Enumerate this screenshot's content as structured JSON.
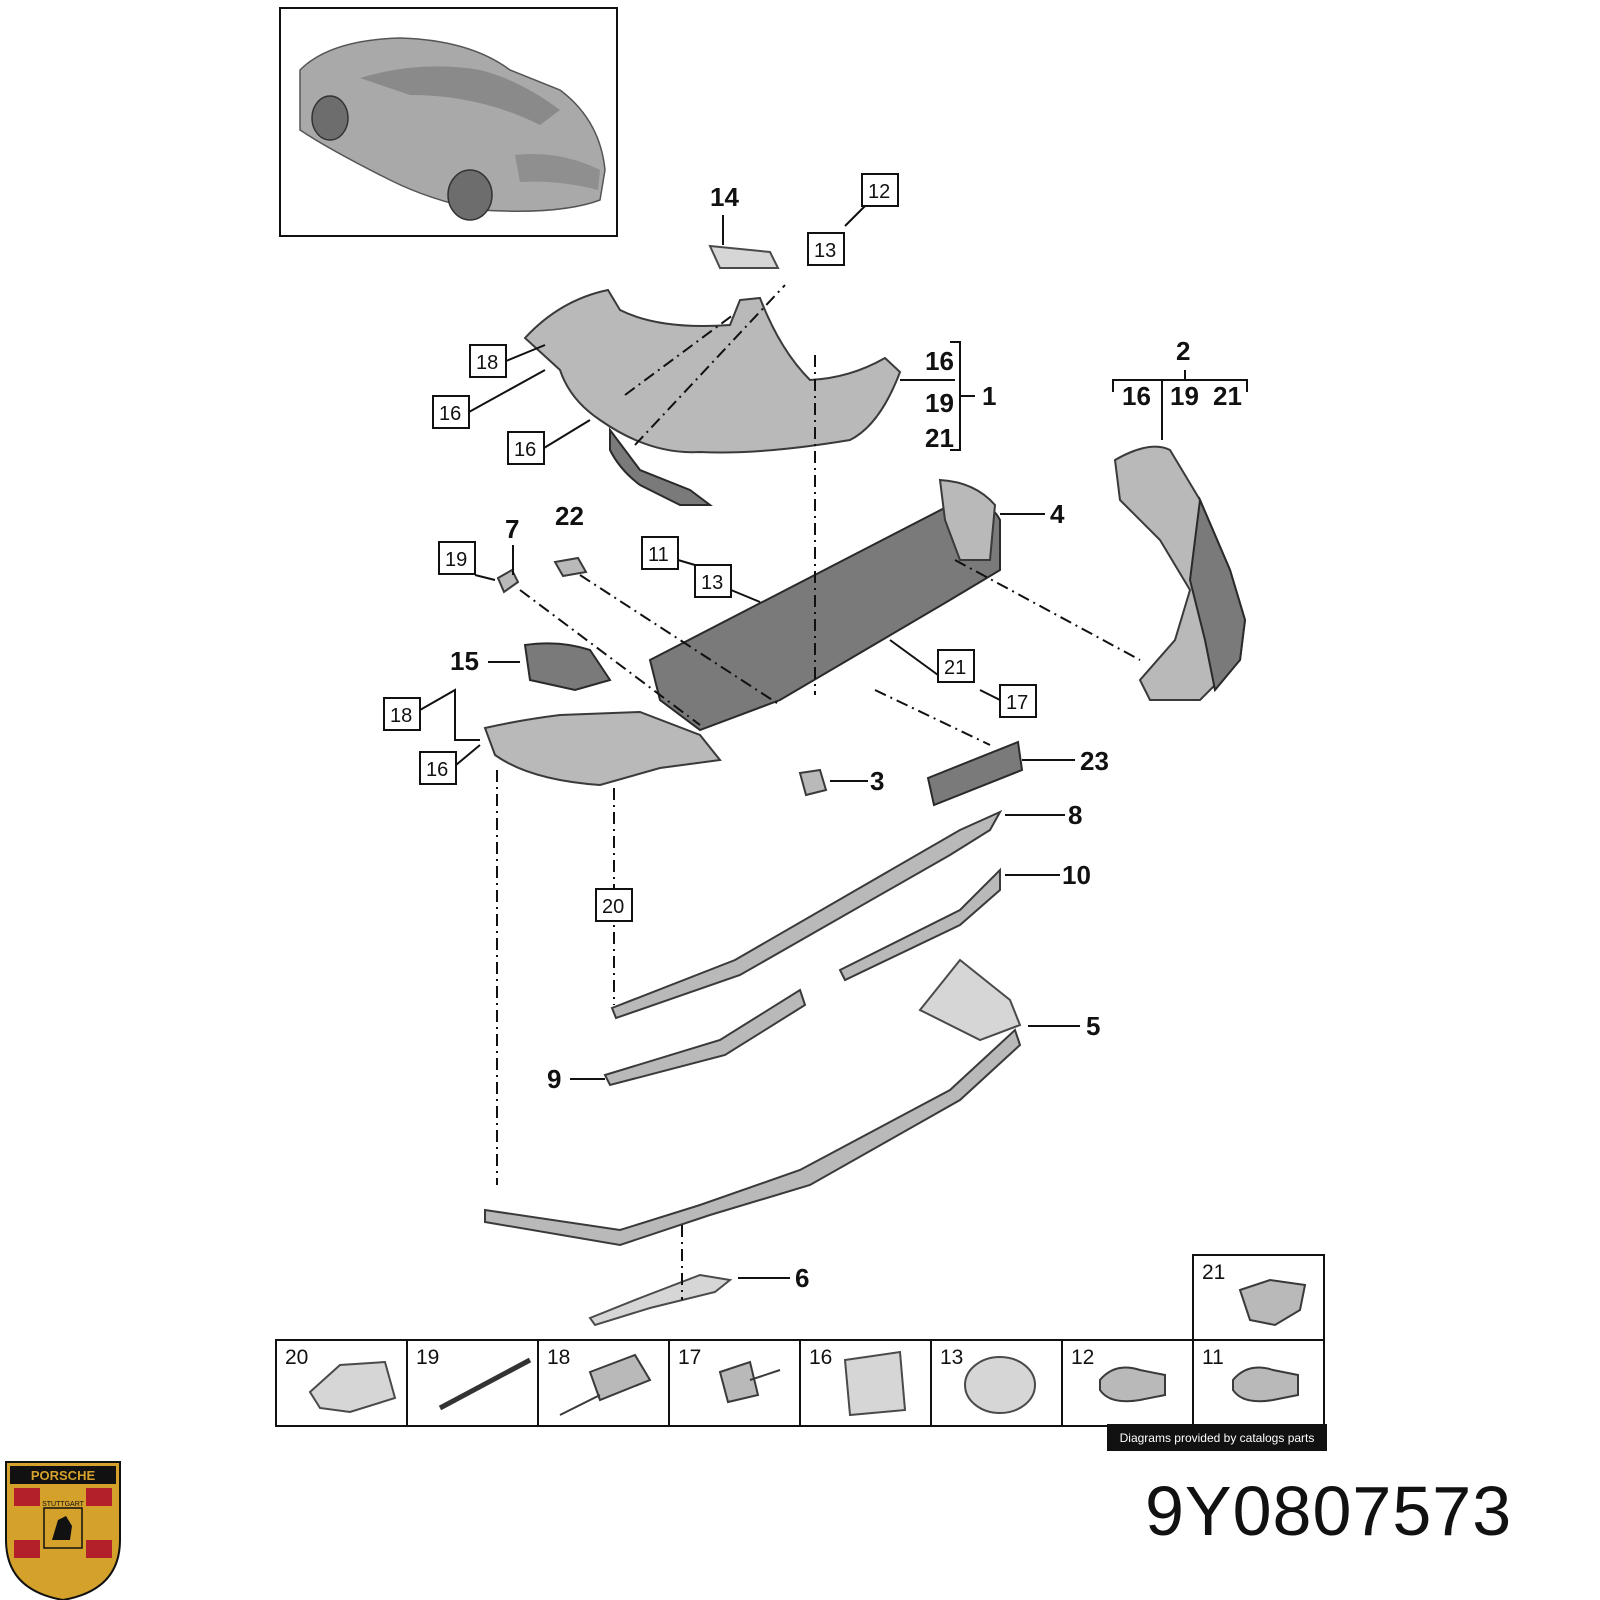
{
  "diagram": {
    "callouts_bold": [
      {
        "id": "c14",
        "label": "14"
      },
      {
        "id": "c16a",
        "label": "16"
      },
      {
        "id": "c19a",
        "label": "19"
      },
      {
        "id": "c21a",
        "label": "21"
      },
      {
        "id": "c1",
        "label": "1"
      },
      {
        "id": "c2",
        "label": "2"
      },
      {
        "id": "c16b",
        "label": "16"
      },
      {
        "id": "c19b",
        "label": "19"
      },
      {
        "id": "c21b",
        "label": "21"
      },
      {
        "id": "c4",
        "label": "4"
      },
      {
        "id": "c7",
        "label": "7"
      },
      {
        "id": "c22",
        "label": "22"
      },
      {
        "id": "c15",
        "label": "15"
      },
      {
        "id": "c3",
        "label": "3"
      },
      {
        "id": "c23",
        "label": "23"
      },
      {
        "id": "c8",
        "label": "8"
      },
      {
        "id": "c10",
        "label": "10"
      },
      {
        "id": "c5",
        "label": "5"
      },
      {
        "id": "c9",
        "label": "9"
      },
      {
        "id": "c6",
        "label": "6"
      }
    ],
    "callouts_boxed": [
      {
        "id": "b12",
        "label": "12"
      },
      {
        "id": "b13a",
        "label": "13"
      },
      {
        "id": "b18a",
        "label": "18"
      },
      {
        "id": "b16a",
        "label": "16"
      },
      {
        "id": "b16b",
        "label": "16"
      },
      {
        "id": "b19",
        "label": "19"
      },
      {
        "id": "b11",
        "label": "11"
      },
      {
        "id": "b13b",
        "label": "13"
      },
      {
        "id": "b21",
        "label": "21"
      },
      {
        "id": "b17",
        "label": "17"
      },
      {
        "id": "b18b",
        "label": "18"
      },
      {
        "id": "b16c",
        "label": "16"
      },
      {
        "id": "b20",
        "label": "20"
      }
    ],
    "fastener_legend": [
      {
        "id": "l20",
        "label": "20"
      },
      {
        "id": "l19",
        "label": "19"
      },
      {
        "id": "l18",
        "label": "18"
      },
      {
        "id": "l17",
        "label": "17"
      },
      {
        "id": "l16",
        "label": "16"
      },
      {
        "id": "l13",
        "label": "13"
      },
      {
        "id": "l12",
        "label": "12"
      },
      {
        "id": "l11",
        "label": "11"
      },
      {
        "id": "l21",
        "label": "21"
      }
    ]
  },
  "credit": "Diagrams provided by catalogs parts",
  "part_number": "9Y0807573",
  "logo_text": {
    "top": "PORSCHE",
    "center": "STUTTGART"
  },
  "colors": {
    "part_fill": "#b9b9b9",
    "line": "#111111",
    "logo_gold": "#d4a12a",
    "logo_red": "#b4202a"
  }
}
